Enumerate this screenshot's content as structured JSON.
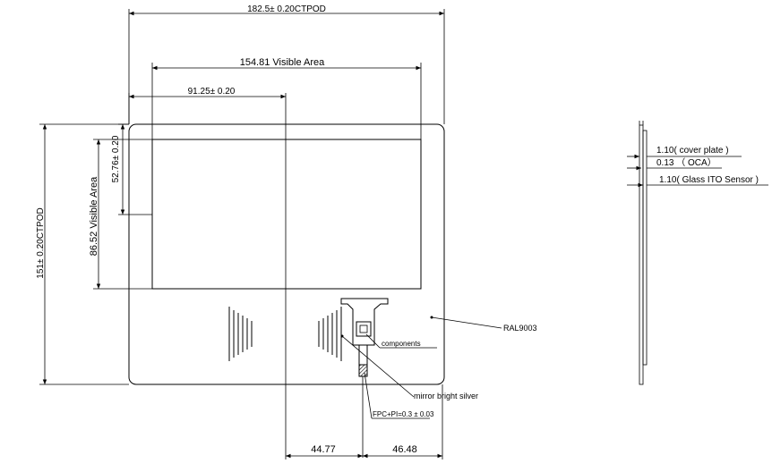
{
  "dimensions": {
    "overall_width": "182.5± 0.20CTPOD",
    "visible_width": "154.81  Visible Area",
    "center_offset": "91.25± 0.20",
    "visible_height_offset": "52.76± 0.20",
    "visible_height": "86.52  Visible Area",
    "overall_height": "151± 0.20CTPOD",
    "bottom_left": "44.77",
    "bottom_right": "46.48"
  },
  "callouts": {
    "color": "RAL9003",
    "components": "components",
    "mirror": "mirror bright silver",
    "fpc": "FPC+PI=0.3 ± 0.03"
  },
  "stack": {
    "cover_plate": "1.10( cover plate   )",
    "oca": "0.13  （ OCA）",
    "sensor": "1.10( Glass ITO Sensor )"
  }
}
